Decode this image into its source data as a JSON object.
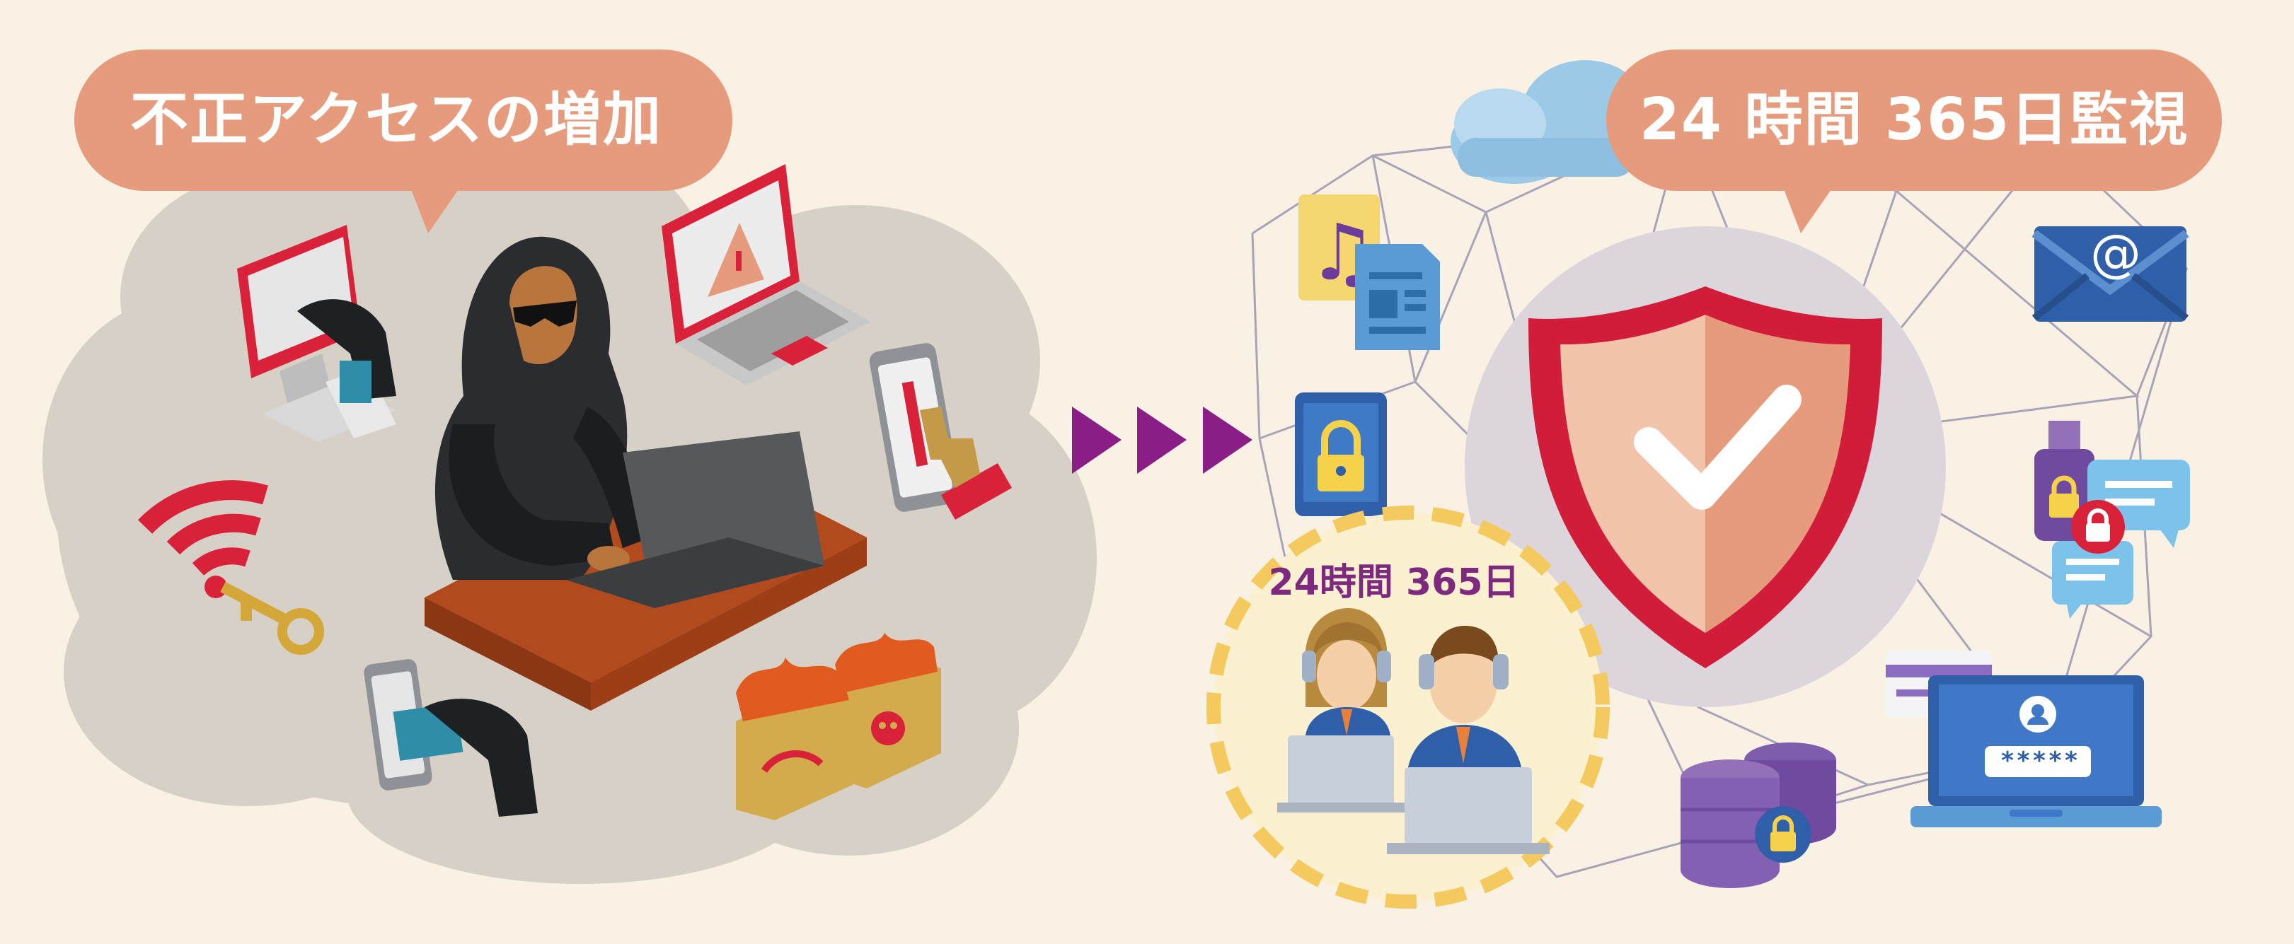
{
  "left_panel": {
    "title": "不正アクセスの増加"
  },
  "right_panel": {
    "title": "24 時間 365日監視",
    "monitoring_caption": "24時間 365日",
    "email_symbol": "@",
    "password_mask": "*****"
  },
  "colors": {
    "background": "#f8f1e4",
    "bubble": "#e59b7c",
    "cloud": "#d6d0c6",
    "arrow": "#8b1d86",
    "shield_border": "#d21d3a",
    "shield_fill_left": "#f2c4ac",
    "shield_fill_right": "#e59b7c",
    "monitor_circle": "#fbf1d1",
    "monitor_dash": "#f4c95d",
    "network_line": "#a9a3b8"
  },
  "icons": [
    "hacker-icon",
    "monitor-theft-icon",
    "laptop-warning-icon",
    "wifi-key-icon",
    "phone-trojan-icon",
    "phone-theft-icon",
    "burning-folders-icon",
    "music-file-icon",
    "document-file-icon",
    "tablet-lock-icon",
    "operator-female-icon",
    "operator-male-icon",
    "shield-check-icon",
    "cloud-icon",
    "email-icon",
    "usb-lock-icon",
    "chat-bubbles-icon",
    "credit-card-icon",
    "login-laptop-icon",
    "database-lock-icon"
  ]
}
